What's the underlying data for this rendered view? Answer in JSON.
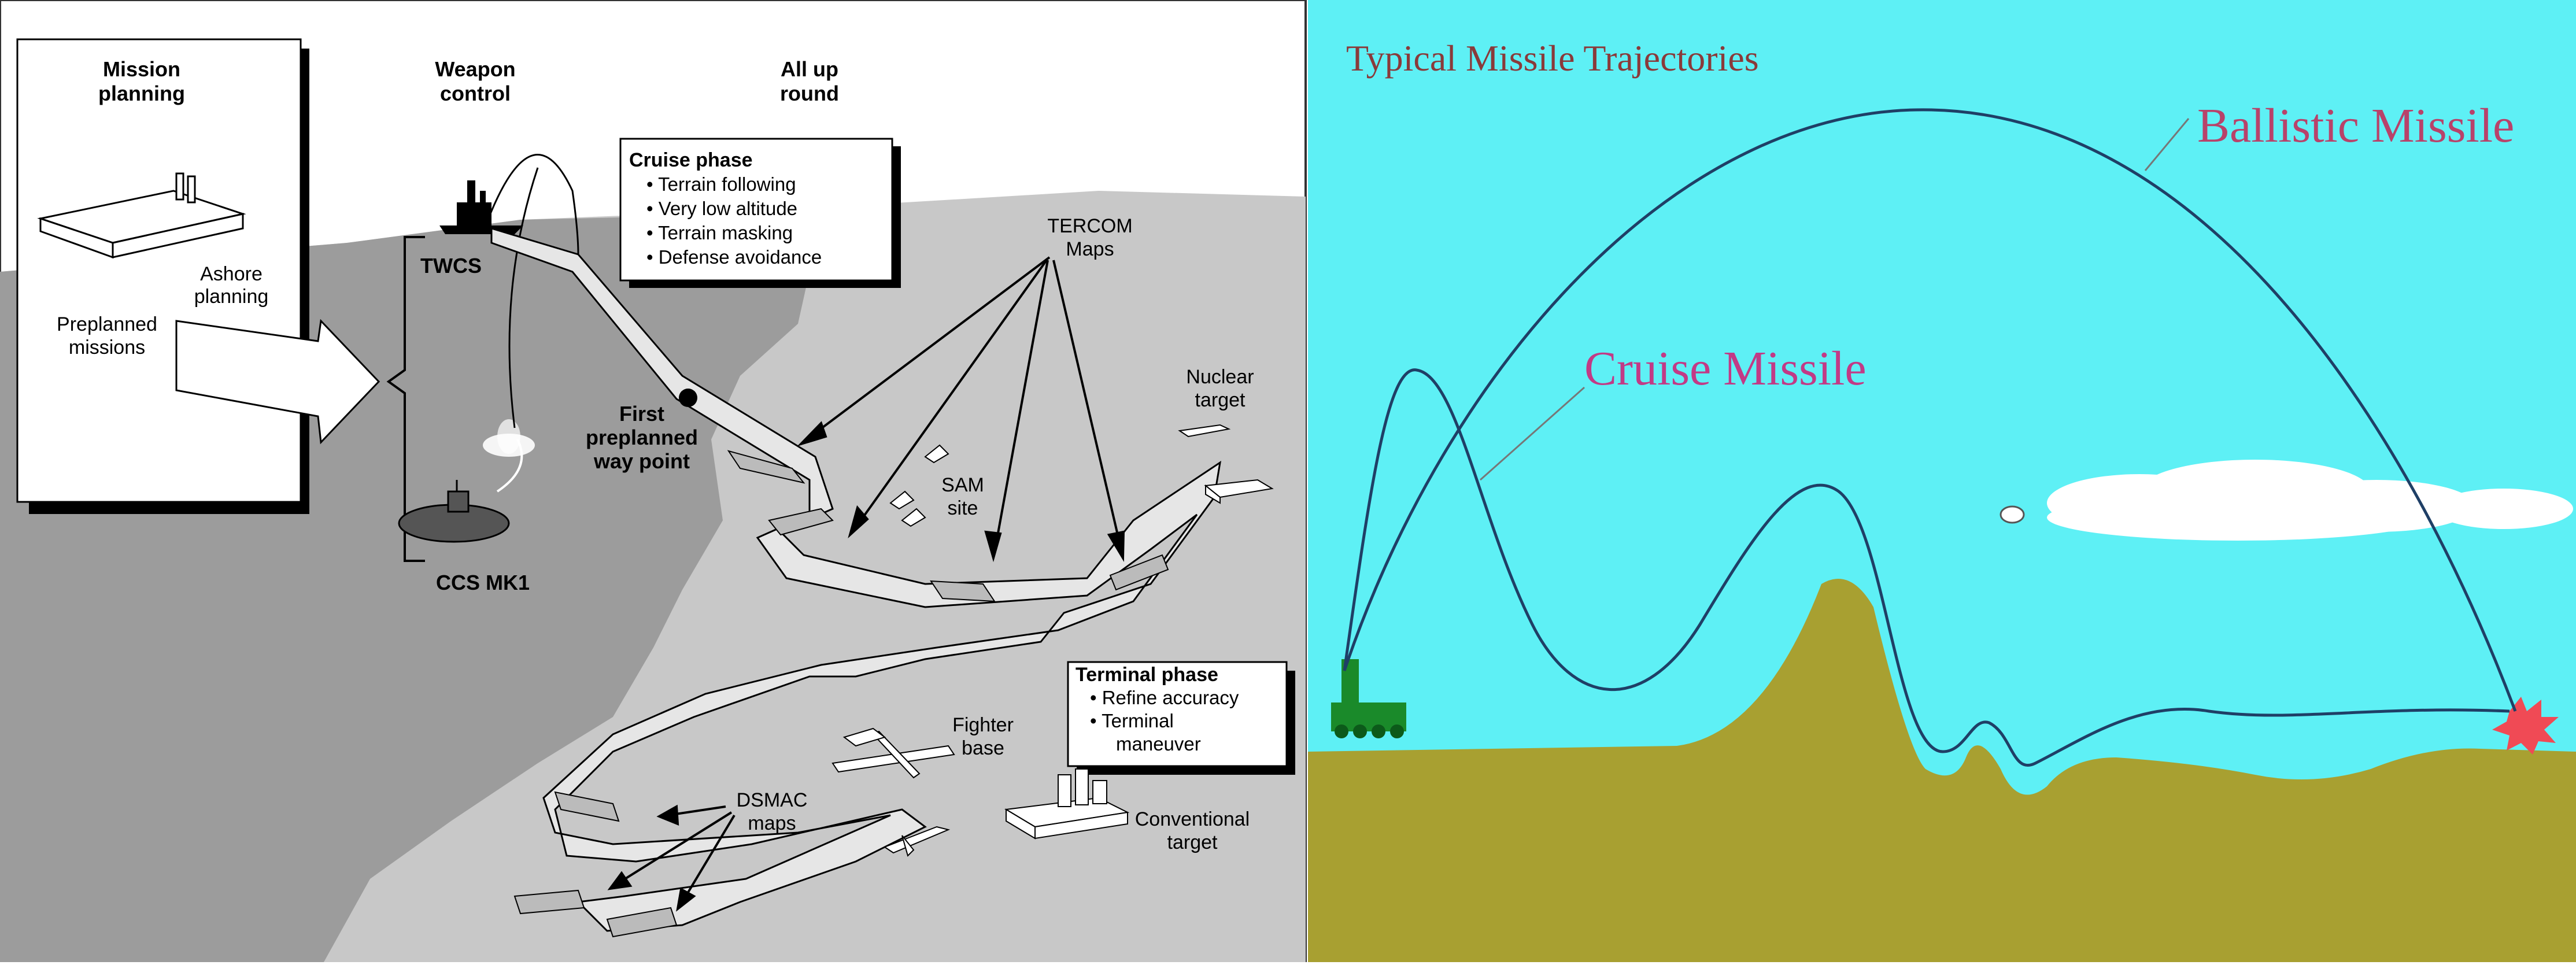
{
  "left_panel": {
    "mission_planning": [
      "Mission",
      "planning"
    ],
    "weapon_control": [
      "Weapon",
      "control"
    ],
    "all_up_round": [
      "All up",
      "round"
    ],
    "ashore_planning": [
      "Ashore",
      "planning"
    ],
    "preplanned_missions": [
      "Preplanned",
      "missions"
    ],
    "twcs": "TWCS",
    "ccs": "CCS MK1",
    "cruise_phase": {
      "title": "Cruise phase",
      "items": [
        "• Terrain following",
        "• Very low altitude",
        "• Terrain masking",
        "• Defense avoidance"
      ]
    },
    "tercom_maps": [
      "TERCOM",
      "Maps"
    ],
    "first_waypoint": [
      "First",
      "preplanned",
      "way point"
    ],
    "nuclear_target": [
      "Nuclear",
      "target"
    ],
    "sam_site": [
      "SAM",
      "site"
    ],
    "terminal_phase": {
      "title": "Terminal phase",
      "items": [
        "• Refine accuracy",
        "• Terminal",
        "maneuver"
      ]
    },
    "fighter_base": [
      "Fighter",
      "base"
    ],
    "dsmac_maps": [
      "DSMAC",
      "maps"
    ],
    "conventional_target": [
      "Conventional",
      "target"
    ]
  },
  "right_panel": {
    "title": "Typical Missile Trajectories",
    "ballistic_label": "Ballistic Missile",
    "cruise_label": "Cruise Missile"
  },
  "colors": {
    "sky": "#5ef0f5",
    "ground": "#a8a031",
    "ballistic_text": "#b8426a",
    "cruise_text": "#c23a86",
    "title_text": "#8a3a3a",
    "trajectory": "#1f3f66"
  }
}
